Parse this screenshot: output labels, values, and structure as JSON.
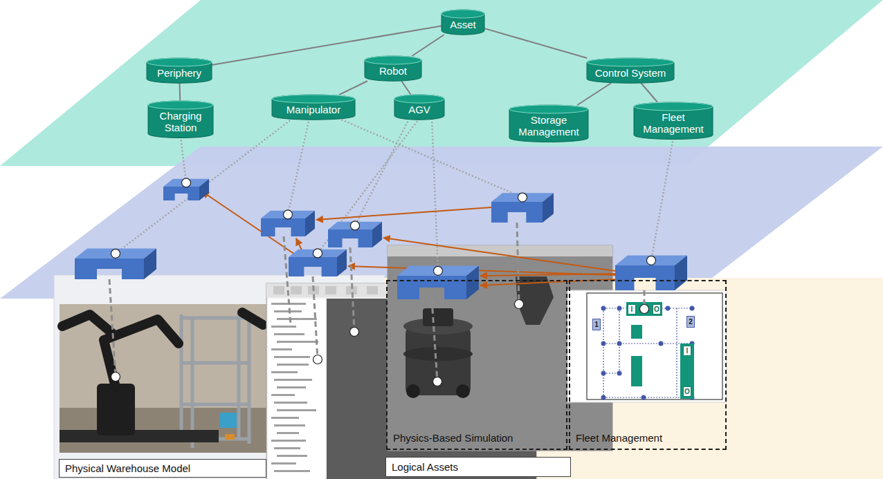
{
  "diagram": {
    "nodes": [
      {
        "text": [
          "Asset"
        ]
      },
      {
        "text": [
          "Periphery"
        ]
      },
      {
        "text": [
          "Robot"
        ]
      },
      {
        "text": [
          "Control System"
        ]
      },
      {
        "text": [
          "Charging Station"
        ]
      },
      {
        "text": [
          "Manipulator"
        ]
      },
      {
        "text": [
          "AGV"
        ]
      },
      {
        "text": [
          "Storage Management"
        ]
      },
      {
        "text": [
          "Fleet Management"
        ]
      },
      {
        "text": [
          "Physical Warehouse Model"
        ]
      },
      {
        "text": [
          "Logical Assets"
        ]
      },
      {
        "text": [
          "Physics-Based Simulation"
        ]
      },
      {
        "text": [
          "Fleet Management"
        ]
      }
    ],
    "edges": [
      {
        "from": 0,
        "to": 1,
        "arrow": "none"
      },
      {
        "from": 0,
        "to": 2,
        "arrow": "none"
      },
      {
        "from": 0,
        "to": 3,
        "arrow": "none"
      },
      {
        "from": 1,
        "to": 4,
        "arrow": "none"
      },
      {
        "from": 2,
        "to": 5,
        "arrow": "none"
      },
      {
        "from": 2,
        "to": 6,
        "arrow": "none"
      },
      {
        "from": 3,
        "to": 7,
        "arrow": "none"
      },
      {
        "from": 3,
        "to": 8,
        "arrow": "none"
      }
    ],
    "labels": [
      "1",
      "2",
      "I",
      "O",
      "I",
      "O"
    ]
  }
}
